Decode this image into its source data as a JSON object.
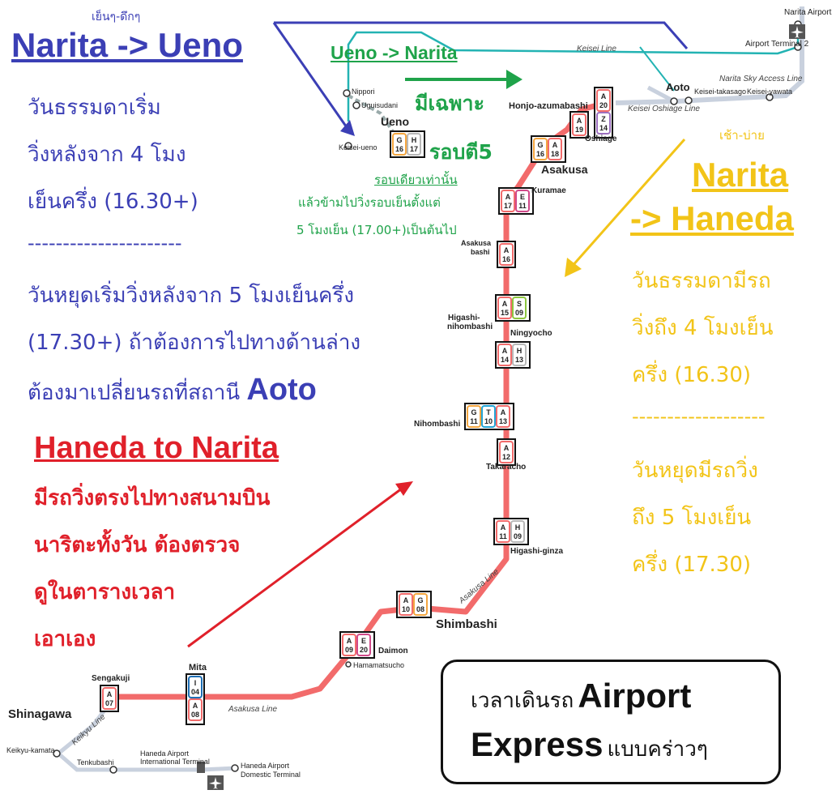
{
  "stations": {
    "narita_airport": "Narita Airport",
    "airport_terminal_2": "Airport Terminal 2",
    "aoto": "Aoto",
    "keisei_takasago": "Keisei-takasago",
    "keisei_yawata": "Keisei-yawata",
    "keisei_oshiage_line": "Keisei Oshiage Line",
    "oshiage": "Oshiage",
    "honjo_azumabashi": "Honjo-azumabashi",
    "asakusa": "Asakusa",
    "kuramae": "Kuramae",
    "asakusabashi_1": "Asakusa",
    "asakusabashi_2": "bashi",
    "higashi_nihombashi_1": "Higashi-",
    "higashi_nihombashi_2": "nihombashi",
    "ningyocho": "Ningyocho",
    "nihombashi": "Nihombashi",
    "takaracho": "Takaracho",
    "higashi_ginza": "Higashi-ginza",
    "shimbashi": "Shimbashi",
    "daimon": "Daimon",
    "hamamatsucho": "Hamamatsucho",
    "mita": "Mita",
    "sengakuji": "Sengakuji",
    "shinagawa": "Shinagawa",
    "keikyu_kamata": "Keikyu-kamata",
    "tenkubashi": "Tenkubashi",
    "haneda_intl_1": "Haneda Airport",
    "haneda_intl_2": "International Terminal",
    "haneda_dom_1": "Haneda Airport",
    "haneda_dom_2": "Domestic Terminal",
    "ueno": "Ueno",
    "nippori": "Nippori",
    "uguisudani": "Uguisudani",
    "keisei_ueno": "Keisei-ueno"
  },
  "lines": {
    "keisei_line": "Keisei Line",
    "narita_sky_access": "Narita Sky Access Line",
    "asakusa_line_1": "Asakusa Line",
    "asakusa_line_2": "Asakusa Line",
    "keikyu_line": "Keikyu Line"
  },
  "codes": {
    "oshiage": [
      "A",
      "20",
      "Z",
      "14"
    ],
    "honjo": [
      "A",
      "19"
    ],
    "asakusa": [
      "G",
      "16",
      "A",
      "18"
    ],
    "kuramae": [
      "A",
      "17",
      "E",
      "11"
    ],
    "asakusabashi": [
      "A",
      "16"
    ],
    "higashi_nihombashi": [
      "A",
      "15",
      "S",
      "09"
    ],
    "ningyocho": [
      "A",
      "14",
      "H",
      "13"
    ],
    "nihombashi": [
      "G",
      "11",
      "T",
      "10",
      "A",
      "13"
    ],
    "takaracho": [
      "A",
      "12"
    ],
    "higashi_ginza": [
      "A",
      "11",
      "H",
      "09"
    ],
    "shimbashi": [
      "A",
      "10",
      "G",
      "08"
    ],
    "daimon": [
      "A",
      "09",
      "E",
      "20"
    ],
    "mita": [
      "I",
      "04",
      "A",
      "08"
    ],
    "sengakuji": [
      "A",
      "07"
    ],
    "ueno": [
      "G",
      "16",
      "H",
      "17"
    ]
  },
  "annotations": {
    "evening_top": "เย็นๆ-ดึกๆ",
    "narita_ueno_title": "Narita -> Ueno",
    "narita_ueno_l1": "วันธรรมดาเริ่ม",
    "narita_ueno_l2": "วิ่งหลังจาก 4 โมง",
    "narita_ueno_l3": "เย็นครึ่ง (16.30+)",
    "narita_ueno_sep": "----------------------",
    "narita_ueno_l4": "วันหยุดเริ่มวิ่งหลังจาก 5 โมงเย็นครึ่ง",
    "narita_ueno_l5": "(17.30+) ถ้าต้องการไปทางด้านล่าง",
    "narita_ueno_l6": "ต้องมาเปลี่ยนรถที่สถานี",
    "narita_ueno_aoto": "Aoto",
    "ueno_narita_title": "Ueno -> Narita",
    "ueno_narita_l1": "มีเฉพาะ",
    "ueno_narita_l2": "รอบตี5",
    "ueno_narita_l3": "รอบเดียวเท่านั้น",
    "ueno_narita_l4": "แล้วข้ามไปวิ่งรอบเย็นตั้งแต่",
    "ueno_narita_l5": "5 โมงเย็น (17.00+)เป็นต้นไป",
    "morning_afternoon": "เช้า-บ่าย",
    "narita_haneda_title_1": "Narita",
    "narita_haneda_title_2": "-> Haneda",
    "narita_haneda_l1": "วันธรรมดามีรถ",
    "narita_haneda_l2": "วิ่งถึง 4 โมงเย็น",
    "narita_haneda_l3": "ครึ่ง (16.30)",
    "narita_haneda_sep": "-------------------",
    "narita_haneda_l4": "วันหยุดมีรถวิ่ง",
    "narita_haneda_l5": "ถึง 5 โมงเย็น",
    "narita_haneda_l6": "ครึ่ง (17.30)",
    "haneda_narita_title": "Haneda to Narita",
    "haneda_narita_l1": "มีรถวิ่งตรงไปทางสนามบิน",
    "haneda_narita_l2": "นาริตะทั้งวัน ต้องตรวจ",
    "haneda_narita_l3": "ดูในตารางเวลา",
    "haneda_narita_l4": "เอาเอง"
  },
  "legend": {
    "l1_thai": "เวลาเดินรถ",
    "l1_en": "Airport",
    "l2_en": "Express",
    "l2_thai": "แบบคร่าวๆ"
  },
  "icons": {
    "airport_top": "airplane-icon",
    "airport_bottom": "airplane-icon"
  },
  "colors": {
    "asakusa_line": "#f26b6b",
    "keisei_line": "#23b3b3",
    "sky_access": "#b8c4d8",
    "blue_text": "#3b3fb5",
    "green_text": "#1fa34a",
    "yellow_text": "#f2c418",
    "red_text": "#e0202a"
  }
}
